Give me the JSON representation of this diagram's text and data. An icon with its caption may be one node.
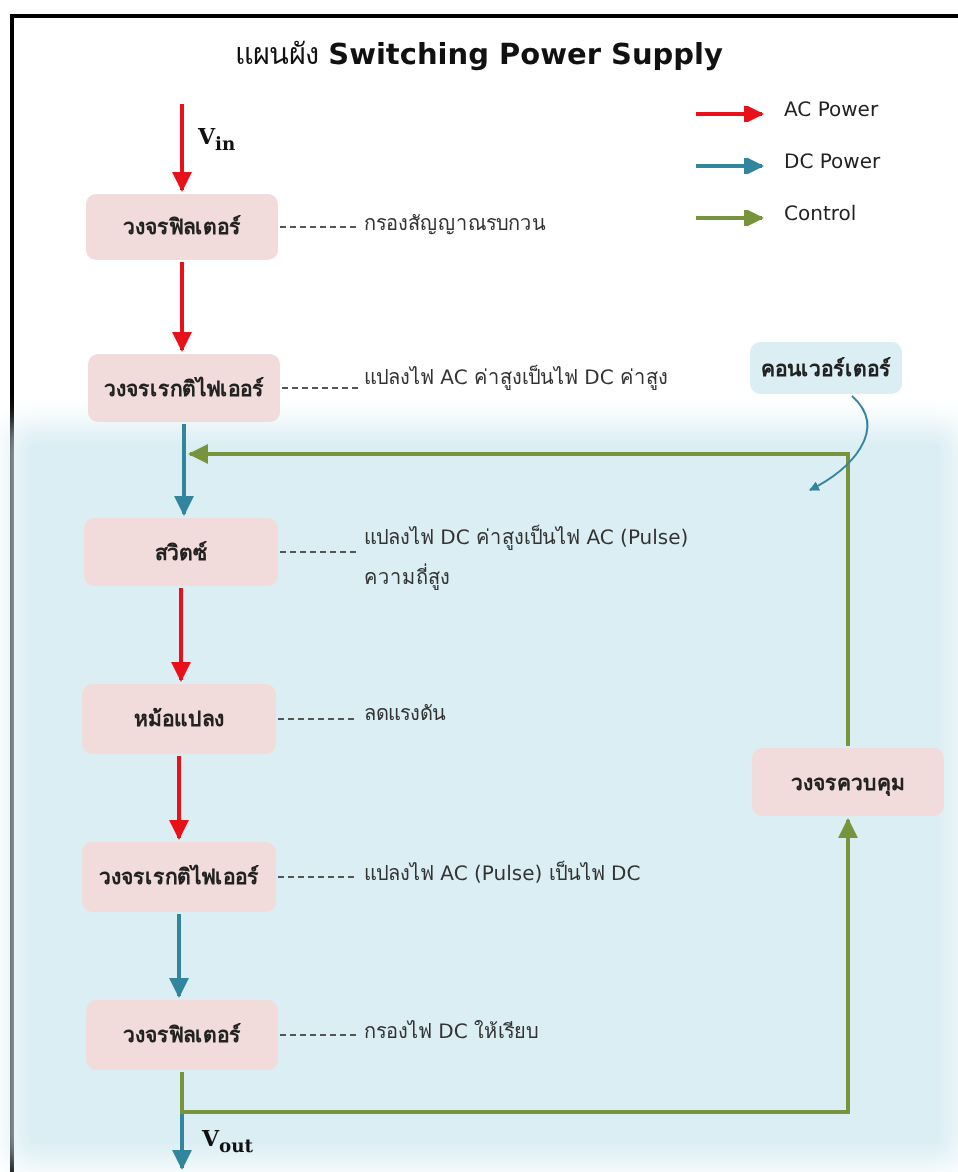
{
  "diagram": {
    "title": "แผนผัง **Switching Power Supply**",
    "nodes": [
      {
        "text": [
          "วงจรฟิลเตอร์"
        ]
      },
      {
        "text": [
          "กรองสัญญาณรบกวน"
        ]
      },
      {
        "text": [
          "วงจรเรกติไฟเออร์"
        ]
      },
      {
        "text": [
          "แปลงไฟ AC ค่าสูงเป็นไฟ DC ค่าสูง"
        ]
      },
      {
        "text": [
          "คอนเวอร์เตอร์"
        ]
      },
      {
        "text": [],
        "shape": "box"
      },
      {
        "text": [
          "สวิตซ์"
        ],
        "in": 5
      },
      {
        "text": [
          "แปลงไฟ DC ค่าสูงเป็นไฟ AC (Pulse) ความถี่สูง"
        ],
        "in": 5
      },
      {
        "text": [
          "หม้อแปลง"
        ],
        "in": 5
      },
      {
        "text": [
          "ลดแรงดัน"
        ],
        "in": 5
      },
      {
        "text": [
          "วงจรเรกติไฟเออร์"
        ],
        "in": 5
      },
      {
        "text": [
          "แปลงไฟ AC (Pulse) เป็นไฟ DC"
        ],
        "in": 5
      },
      {
        "text": [
          "วงจรฟิลเตอร์"
        ],
        "in": 5
      },
      {
        "text": [
          "กรองไฟ DC ให้เรียบ"
        ],
        "in": 5
      },
      {
        "text": [
          "วงจรควบคุม"
        ],
        "in": 5
      }
    ],
    "edges": [
      {
        "from": null,
        "to": 0,
        "arrow": "to",
        "label": "V$_{in}$",
        "color": "#e8111a"
      },
      {
        "from": 0,
        "to": 2,
        "arrow": "to",
        "color": "#e8111a"
      },
      {
        "from": 2,
        "to": 6,
        "arrow": "to",
        "color": "#31859c"
      },
      {
        "from": 6,
        "to": 8,
        "arrow": "to",
        "color": "#e8111a"
      },
      {
        "from": 8,
        "to": 10,
        "arrow": "to",
        "color": "#e8111a"
      },
      {
        "from": 10,
        "to": 12,
        "arrow": "to",
        "color": "#31859c"
      },
      {
        "from": 12,
        "to": null,
        "arrow": "to",
        "label": "V$_{out}$",
        "color": "#31859c"
      },
      {
        "from": 12,
        "to": 14,
        "arrow": "to",
        "color": "#77933c"
      },
      {
        "from": 14,
        "to": 2,
        "arrow": "to",
        "color": "#77933c"
      },
      {
        "from": 4,
        "to": 5,
        "arrow": "to",
        "color": "#31859c"
      },
      {
        "from": 0,
        "to": 1,
        "arrow": "none",
        "style": "dashed"
      },
      {
        "from": 2,
        "to": 3,
        "arrow": "none",
        "style": "dashed"
      },
      {
        "from": 6,
        "to": 7,
        "arrow": "none",
        "style": "dashed"
      },
      {
        "from": 8,
        "to": 9,
        "arrow": "none",
        "style": "dashed"
      },
      {
        "from": 10,
        "to": 11,
        "arrow": "none",
        "style": "dashed"
      },
      {
        "from": 12,
        "to": 13,
        "arrow": "none",
        "style": "dashed"
      }
    ],
    "legend": [
      {
        "text": "AC Power"
      },
      {
        "text": "DC Power"
      },
      {
        "text": "Control"
      }
    ]
  }
}
